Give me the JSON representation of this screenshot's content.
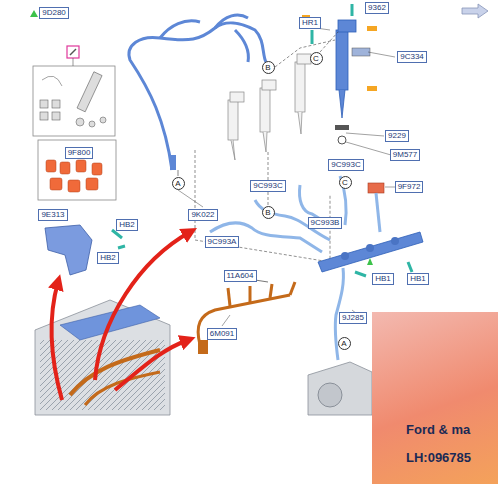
{
  "diagram": {
    "nodes": [
      {
        "text": [
          "9D280"
        ]
      },
      {
        "text": [
          "9362"
        ]
      },
      {
        "text": [
          "HR1"
        ]
      },
      {
        "text": [
          "9C334"
        ]
      },
      {
        "text": [
          "C"
        ]
      },
      {
        "text": [
          "B"
        ]
      },
      {
        "text": [
          "9229"
        ]
      },
      {
        "text": [
          "9F800"
        ]
      },
      {
        "text": [
          "9M577"
        ]
      },
      {
        "text": [
          "9C993C"
        ]
      },
      {
        "text": [
          "C"
        ]
      },
      {
        "text": [
          "A"
        ]
      },
      {
        "text": [
          "9C993C"
        ]
      },
      {
        "text": [
          "9F972"
        ]
      },
      {
        "text": [
          "B"
        ]
      },
      {
        "text": [
          "9K022"
        ]
      },
      {
        "text": [
          "9E313"
        ]
      },
      {
        "text": [
          "9C993B"
        ]
      },
      {
        "text": [
          "HB2"
        ]
      },
      {
        "text": [
          "9C993A"
        ]
      },
      {
        "text": [
          "HB2"
        ]
      },
      {
        "text": [
          "11A604"
        ]
      },
      {
        "text": [
          "HB1"
        ]
      },
      {
        "text": [
          "HB1"
        ]
      },
      {
        "text": [
          "9J285"
        ]
      },
      {
        "text": [
          "6M091"
        ]
      },
      {
        "text": [
          "A"
        ]
      },
      {
        "text": [
          "Ford & ma",
          "LH:096785"
        ]
      }
    ]
  }
}
